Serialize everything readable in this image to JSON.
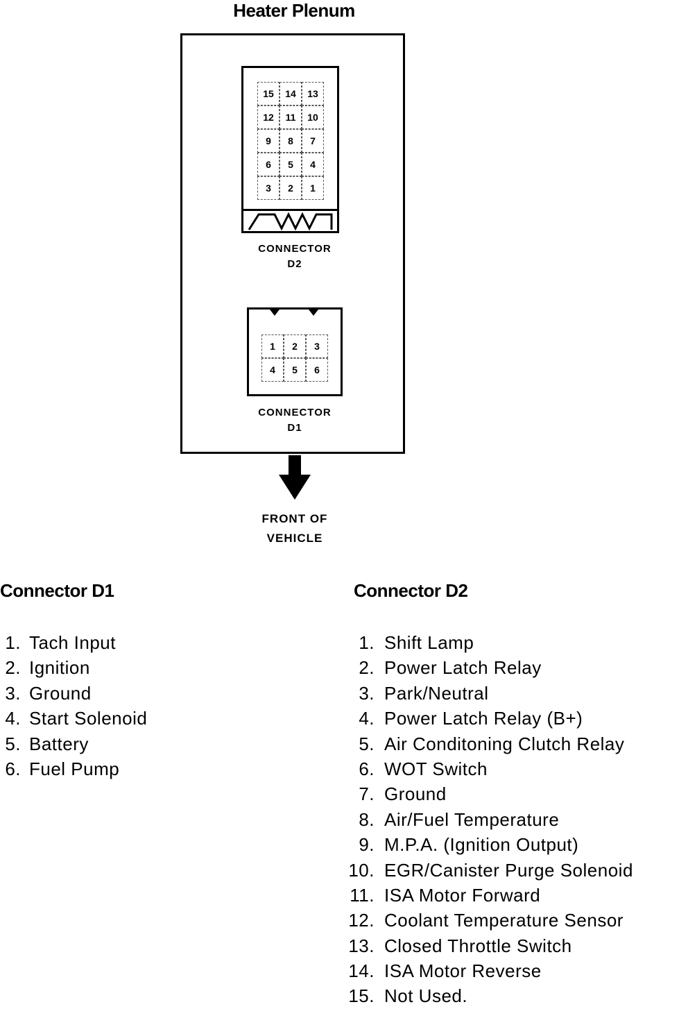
{
  "title": "Heater Plenum",
  "connector_d2": {
    "label_line1": "CONNECTOR",
    "label_line2": "D2",
    "pin_rows": [
      [
        "15",
        "14",
        "13"
      ],
      [
        "12",
        "11",
        "10"
      ],
      [
        "9",
        "8",
        "7"
      ],
      [
        "6",
        "5",
        "4"
      ],
      [
        "3",
        "2",
        "1"
      ]
    ]
  },
  "connector_d1": {
    "label_line1": "CONNECTOR",
    "label_line2": "D1",
    "pin_rows": [
      [
        "1",
        "2",
        "3"
      ],
      [
        "4",
        "5",
        "6"
      ]
    ]
  },
  "front": {
    "line1": "FRONT OF",
    "line2": "VEHICLE"
  },
  "d1_list": {
    "heading": "Connector D1",
    "items": [
      {
        "num": "1.",
        "text": "Tach Input"
      },
      {
        "num": "2.",
        "text": "Ignition"
      },
      {
        "num": "3.",
        "text": "Ground"
      },
      {
        "num": "4.",
        "text": "Start Solenoid"
      },
      {
        "num": "5.",
        "text": "Battery"
      },
      {
        "num": "6.",
        "text": "Fuel Pump"
      }
    ]
  },
  "d2_list": {
    "heading": "Connector D2",
    "items": [
      {
        "num": "1.",
        "text": "Shift Lamp"
      },
      {
        "num": "2.",
        "text": "Power Latch Relay"
      },
      {
        "num": "3.",
        "text": "Park/Neutral"
      },
      {
        "num": "4.",
        "text": "Power Latch Relay (B+)"
      },
      {
        "num": "5.",
        "text": "Air Conditoning Clutch Relay"
      },
      {
        "num": "6.",
        "text": "WOT Switch"
      },
      {
        "num": "7.",
        "text": "Ground"
      },
      {
        "num": "8.",
        "text": "Air/Fuel Temperature"
      },
      {
        "num": "9.",
        "text": "M.P.A. (Ignition Output)"
      },
      {
        "num": "10.",
        "text": "EGR/Canister Purge Solenoid"
      },
      {
        "num": "11.",
        "text": "ISA Motor Forward"
      },
      {
        "num": "12.",
        "text": "Coolant Temperature Sensor"
      },
      {
        "num": "13.",
        "text": "Closed Throttle Switch"
      },
      {
        "num": "14.",
        "text": "ISA Motor Reverse"
      },
      {
        "num": "15.",
        "text": "Not Used."
      }
    ]
  }
}
